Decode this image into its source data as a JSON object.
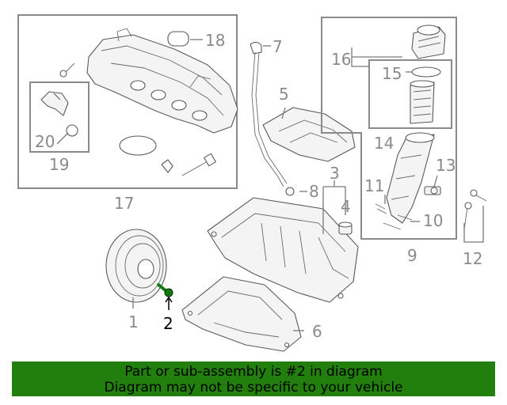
{
  "callouts": {
    "c1": "1",
    "c2": "2",
    "c3": "3",
    "c4": "4",
    "c5": "5",
    "c6": "6",
    "c7": "7",
    "c8": "8",
    "c9": "9",
    "c10": "10",
    "c11": "11",
    "c12": "12",
    "c13": "13",
    "c14": "14",
    "c15": "15",
    "c16": "16",
    "c17": "17",
    "c18": "18",
    "c19": "19",
    "c20": "20"
  },
  "highlighted_part": "2",
  "colors": {
    "banner": "#237f0d",
    "highlight": "#0f7a0f",
    "line": "#8a8a8a"
  },
  "banner": {
    "line1": "Part or sub-assembly is #2 in diagram",
    "line2": "Diagram may not be specific to your vehicle"
  }
}
